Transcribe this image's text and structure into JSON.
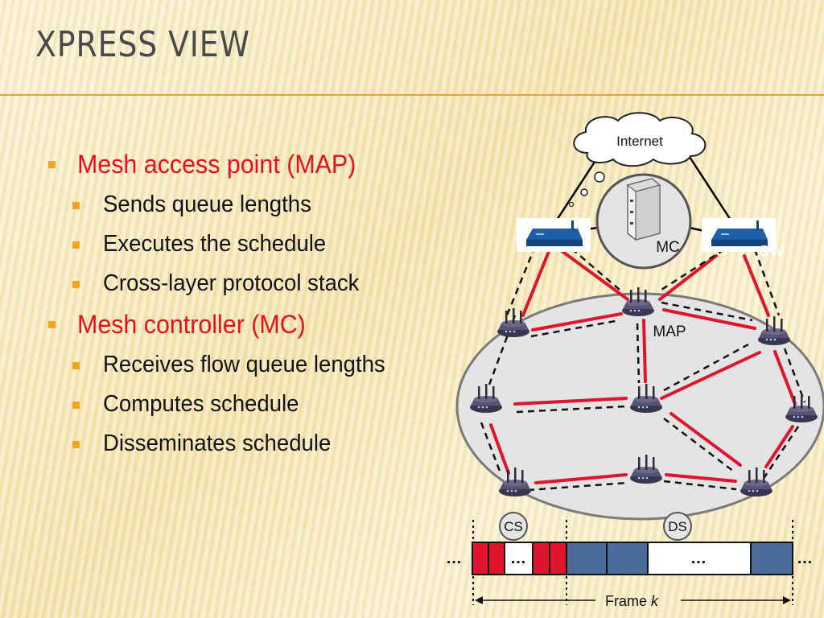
{
  "title": "Xpress View",
  "bullets": [
    {
      "text": "Mesh access point (MAP)",
      "children": [
        "Sends queue lengths",
        "Executes the schedule",
        "Cross-layer protocol stack"
      ]
    },
    {
      "text": "Mesh controller (MC)",
      "children": [
        "Receives flow queue lengths",
        "Computes schedule",
        "Disseminates schedule"
      ]
    }
  ],
  "diagram": {
    "internet": "Internet",
    "mc": "MC",
    "gw": "GW",
    "map": "MAP",
    "cs": "CS",
    "ds": "DS",
    "ellipsis": "…",
    "frame_word": "Frame",
    "frame_var": "k"
  },
  "colors": {
    "accent": "#e8101a",
    "bullet": "#f2a41d",
    "title": "#4a4a4a",
    "rule": "#e0a246",
    "slot_red": "#e0142b",
    "slot_blue": "#4a6b9a"
  }
}
